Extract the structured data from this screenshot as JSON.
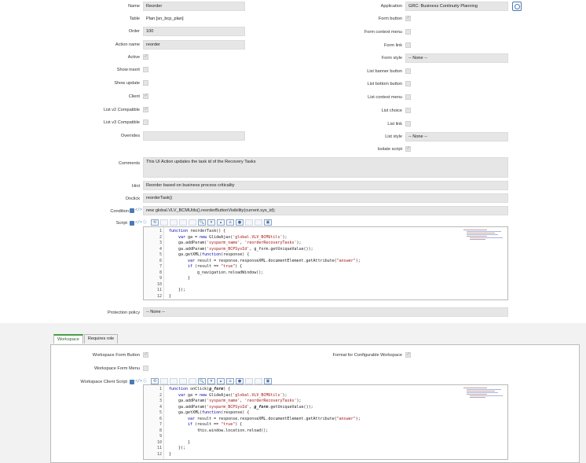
{
  "form": {
    "name_label": "Name",
    "name_value": "Reorder",
    "table_label": "Table",
    "table_value": "Plan [sn_bcp_plan]",
    "order_label": "Order",
    "order_value": "100",
    "action_name_label": "Action name",
    "action_name_value": "reorder",
    "active_label": "Active",
    "show_insert_label": "Show insert",
    "show_update_label": "Show update",
    "client_label": "Client",
    "list_v2_label": "List v2 Compatible",
    "list_v3_label": "List v3 Compatible",
    "overrides_label": "Overrides",
    "application_label": "Application",
    "application_value": "GRC: Business Continuity Planning",
    "form_button_label": "Form button",
    "form_context_menu_label": "Form context menu",
    "form_link_label": "Form link",
    "form_style_label": "Form style",
    "form_style_value": "-- None --",
    "list_banner_label": "List banner button",
    "list_bottom_label": "List bottom button",
    "list_context_label": "List context menu",
    "list_choice_label": "List choice",
    "list_link_label": "List link",
    "list_style_label": "List style",
    "list_style_value": "-- None --",
    "isolate_label": "Isolate script",
    "comments_label": "Comments",
    "comments_value": "This UI Action updates the task id of the Recovery Tasks",
    "hint_label": "Hint",
    "hint_value": "Reorder based on business process criticality",
    "onclick_label": "Onclick",
    "onclick_value": "reorderTask()",
    "condition_label": "Condition",
    "condition_value": "new global.VLV_BCMUtils().reorderButtonVisibility(current.sys_id);",
    "script_label": "Script",
    "protection_label": "Protection policy",
    "protection_value": "-- None --"
  },
  "toolbar_icons": [
    "⟲",
    "",
    "",
    "",
    "",
    "🔍",
    "▾",
    "▴",
    "⌂",
    "●",
    "",
    "",
    "▣"
  ],
  "script_lines": [
    {
      "n": "1",
      "indent": 0,
      "parts": [
        [
          "kw",
          "function"
        ],
        [
          "",
          " reorderTask() {"
        ]
      ]
    },
    {
      "n": "2",
      "indent": 1,
      "parts": [
        [
          "kw",
          "var"
        ],
        [
          "",
          " ga = "
        ],
        [
          "kw",
          "new"
        ],
        [
          "",
          " GlideAjax("
        ],
        [
          "str",
          "'global.VLV_BCMUtils'"
        ],
        [
          "",
          ");"
        ]
      ]
    },
    {
      "n": "3",
      "indent": 1,
      "parts": [
        [
          "",
          "ga.addParam("
        ],
        [
          "str",
          "'sysparm_name'"
        ],
        [
          "",
          ", "
        ],
        [
          "str",
          "'reorderRecoveryTasks'"
        ],
        [
          "",
          ");"
        ]
      ]
    },
    {
      "n": "4",
      "indent": 1,
      "parts": [
        [
          "",
          "ga.addParam("
        ],
        [
          "str",
          "'sysparm_BCPSysId'"
        ],
        [
          "",
          ", g_form.getUniqueValue());"
        ]
      ]
    },
    {
      "n": "5",
      "indent": 1,
      "parts": [
        [
          "",
          "ga.getXML("
        ],
        [
          "kw",
          "function"
        ],
        [
          "",
          "(response) {"
        ]
      ]
    },
    {
      "n": "6",
      "indent": 2,
      "parts": [
        [
          "kw",
          "var"
        ],
        [
          "",
          " result = response.responseXML.documentElement.getAttribute("
        ],
        [
          "str",
          "\"answer\""
        ],
        [
          "",
          ");"
        ]
      ]
    },
    {
      "n": "7",
      "indent": 2,
      "parts": [
        [
          "kw",
          "if"
        ],
        [
          "",
          " (result == "
        ],
        [
          "str",
          "\"true\""
        ],
        [
          "",
          ") {"
        ]
      ]
    },
    {
      "n": "8",
      "indent": 3,
      "parts": [
        [
          "",
          "g_navigation.reloadWindow();"
        ]
      ]
    },
    {
      "n": "9",
      "indent": 2,
      "parts": [
        [
          "",
          "}"
        ]
      ]
    },
    {
      "n": "10",
      "indent": 0,
      "parts": [
        [
          "",
          ""
        ]
      ]
    },
    {
      "n": "11",
      "indent": 1,
      "parts": [
        [
          "",
          "});"
        ]
      ]
    },
    {
      "n": "12",
      "indent": 0,
      "parts": [
        [
          "",
          "}"
        ]
      ]
    }
  ],
  "tabs": [
    "Workspace",
    "Requires role"
  ],
  "workspace": {
    "form_button_label": "Workspace Form Button",
    "form_menu_label": "Workspace Form Menu",
    "client_script_label": "Workspace Client Script",
    "configurable_label": "Format for Configurable Workspace"
  },
  "ws_lines": [
    {
      "n": "1",
      "indent": 0,
      "parts": [
        [
          "kw",
          "function"
        ],
        [
          "",
          " onClick("
        ],
        [
          "bold",
          "g_form"
        ],
        [
          "",
          ") {"
        ]
      ]
    },
    {
      "n": "2",
      "indent": 1,
      "parts": [
        [
          "kw",
          "var"
        ],
        [
          "",
          " ga = "
        ],
        [
          "kw",
          "new"
        ],
        [
          "",
          " GlideAjax("
        ],
        [
          "str",
          "'global.VLV_BCMUtils'"
        ],
        [
          "",
          ");"
        ]
      ]
    },
    {
      "n": "3",
      "indent": 1,
      "parts": [
        [
          "",
          "ga.addParam("
        ],
        [
          "str",
          "'sysparm_name'"
        ],
        [
          "",
          ", "
        ],
        [
          "str",
          "'reorderRecoveryTasks'"
        ],
        [
          "",
          ");"
        ]
      ]
    },
    {
      "n": "4",
      "indent": 1,
      "parts": [
        [
          "",
          "ga.addParam("
        ],
        [
          "str",
          "'sysparm_BCPSysId'"
        ],
        [
          "",
          ", "
        ],
        [
          "bold",
          "g_form"
        ],
        [
          "",
          ".getUniqueValue());"
        ]
      ]
    },
    {
      "n": "5",
      "indent": 1,
      "parts": [
        [
          "",
          "ga.getXML("
        ],
        [
          "kw",
          "function"
        ],
        [
          "",
          "(response) {"
        ]
      ]
    },
    {
      "n": "6",
      "indent": 2,
      "parts": [
        [
          "kw",
          "var"
        ],
        [
          "",
          " result = response.responseXML.documentElement.getAttribute("
        ],
        [
          "str",
          "\"answer\""
        ],
        [
          "",
          ");"
        ]
      ]
    },
    {
      "n": "7",
      "indent": 2,
      "parts": [
        [
          "kw",
          "if"
        ],
        [
          "",
          " (result == "
        ],
        [
          "str",
          "\"true\""
        ],
        [
          "",
          ") {"
        ]
      ]
    },
    {
      "n": "8",
      "indent": 3,
      "parts": [
        [
          "",
          "this.window.location.reload();"
        ]
      ]
    },
    {
      "n": "9",
      "indent": 0,
      "parts": [
        [
          "",
          ""
        ]
      ]
    },
    {
      "n": "10",
      "indent": 2,
      "parts": [
        [
          "",
          "}"
        ]
      ]
    },
    {
      "n": "11",
      "indent": 1,
      "parts": [
        [
          "",
          "});"
        ]
      ]
    },
    {
      "n": "12",
      "indent": 0,
      "parts": [
        [
          "",
          "}"
        ]
      ]
    }
  ]
}
